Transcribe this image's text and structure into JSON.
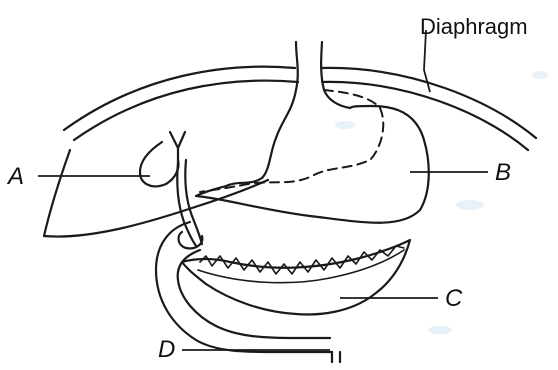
{
  "labels": {
    "diaphragm": "Diaphragm",
    "a": "A",
    "b": "B",
    "c": "C",
    "d": "D"
  },
  "colors": {
    "ink": "#1a1a1a",
    "background": "#ffffff"
  }
}
